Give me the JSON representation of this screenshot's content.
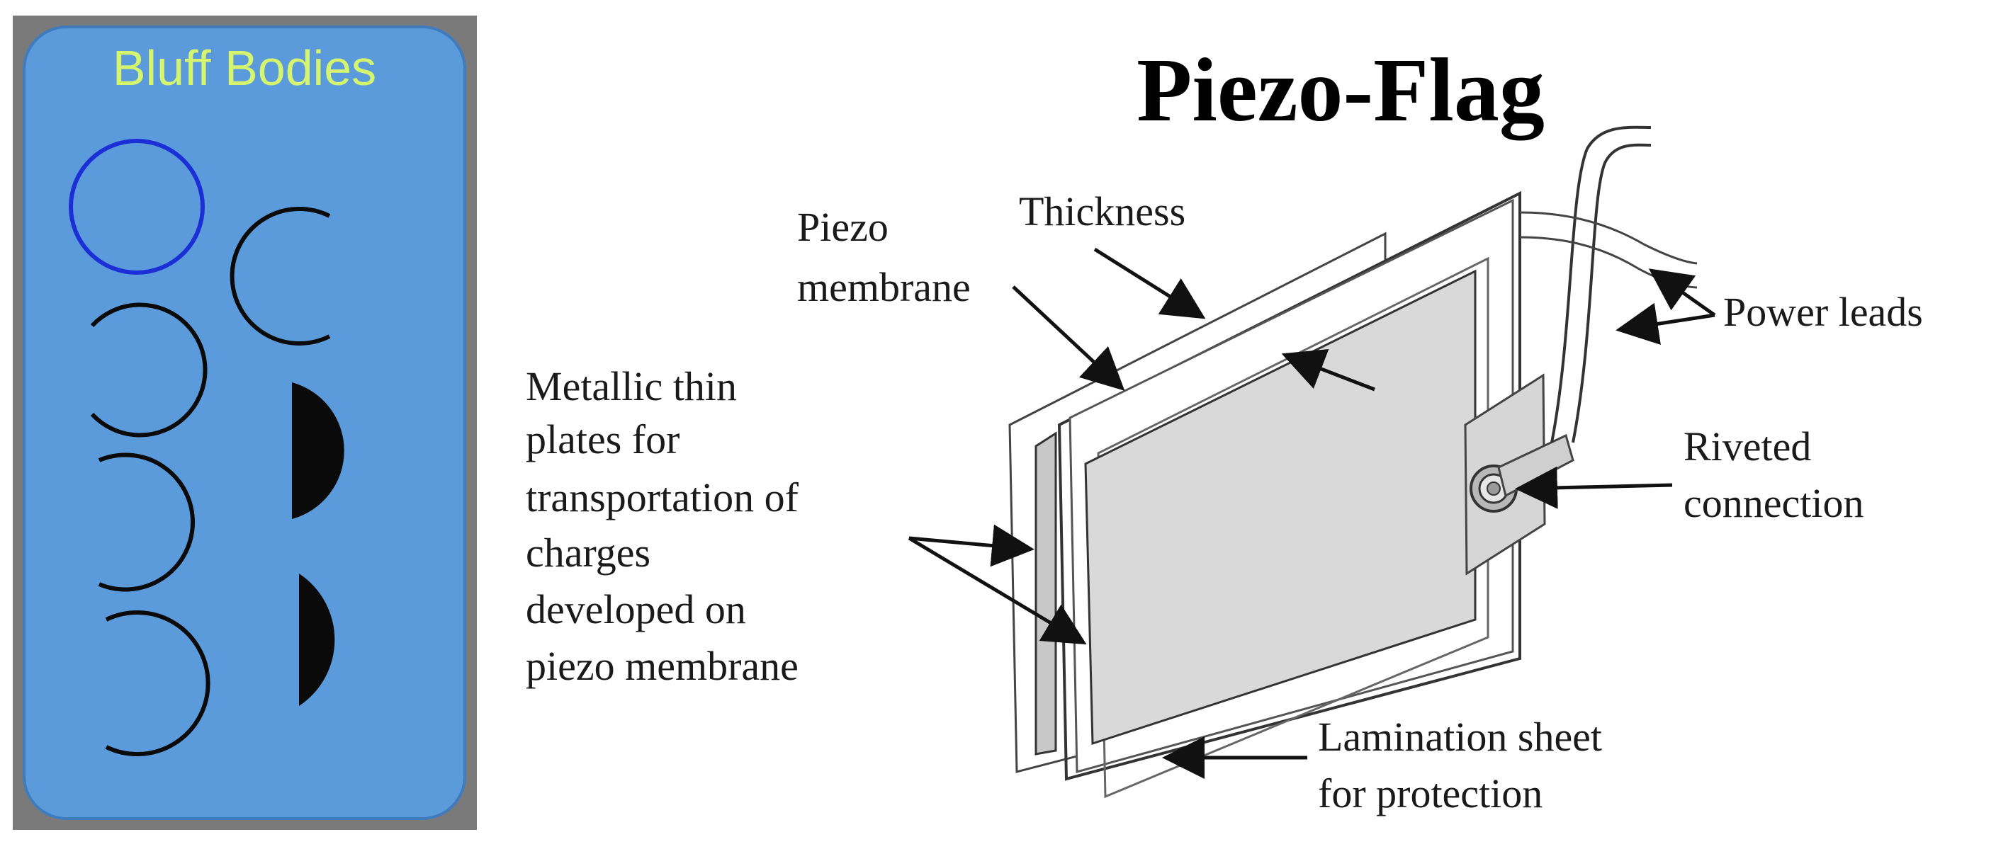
{
  "left_panel": {
    "title": "Bluff Bodies",
    "colors": {
      "frame": "#7a7a7a",
      "panel": "#5b9bdb",
      "panel_border": "#3f7bbd",
      "title": "#d6f56f",
      "circle_outline": "#1c2fd6",
      "shape": "#0a0a0a"
    }
  },
  "diagram": {
    "title": "Piezo-Flag",
    "labels": {
      "piezo_membrane": [
        "Piezo",
        "membrane"
      ],
      "thickness": "Thickness",
      "metallic_plates": [
        "Metallic thin",
        "plates for",
        "transportation of",
        "charges",
        "developed on",
        "piezo membrane"
      ],
      "power_leads": "Power leads",
      "riveted_connection": [
        "Riveted",
        "connection"
      ],
      "lamination_sheet": [
        "Lamination sheet",
        "for protection"
      ]
    },
    "colors": {
      "plate_fill": "#d9d9d9",
      "line": "#333333",
      "arrow": "#111111"
    }
  }
}
